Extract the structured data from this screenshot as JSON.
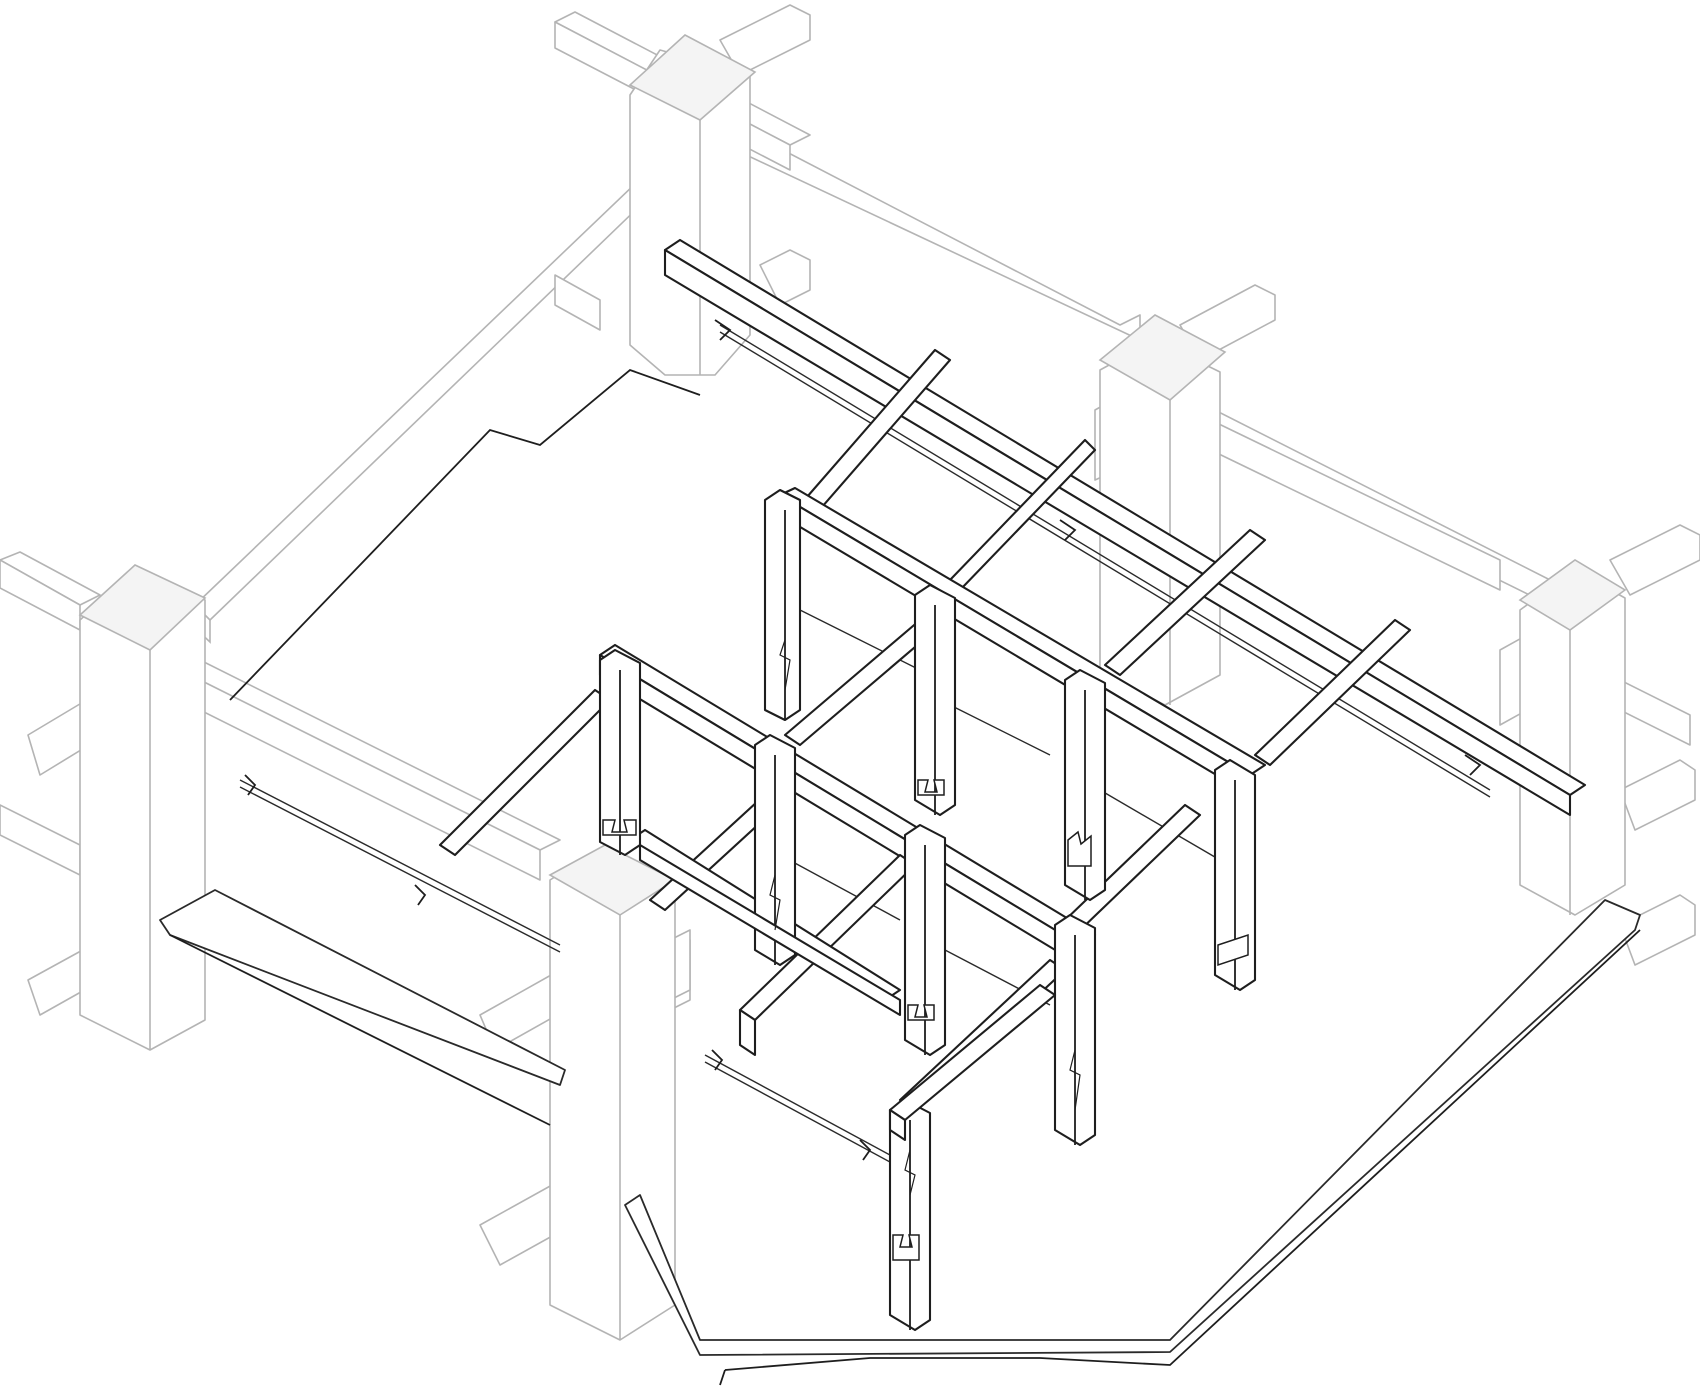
{
  "figure": {
    "type": "isometric-axonometric-drawing",
    "palette": {
      "background": "#ffffff",
      "foreground_structure": "#1e1e1e",
      "background_structure": "#b4b4b4",
      "post_top_hatch": "#f4f4f4"
    },
    "layers": [
      "ghosted-outer-frame",
      "floor-platform",
      "inner-timber-frame",
      "tie-rods",
      "joinery-details"
    ]
  }
}
